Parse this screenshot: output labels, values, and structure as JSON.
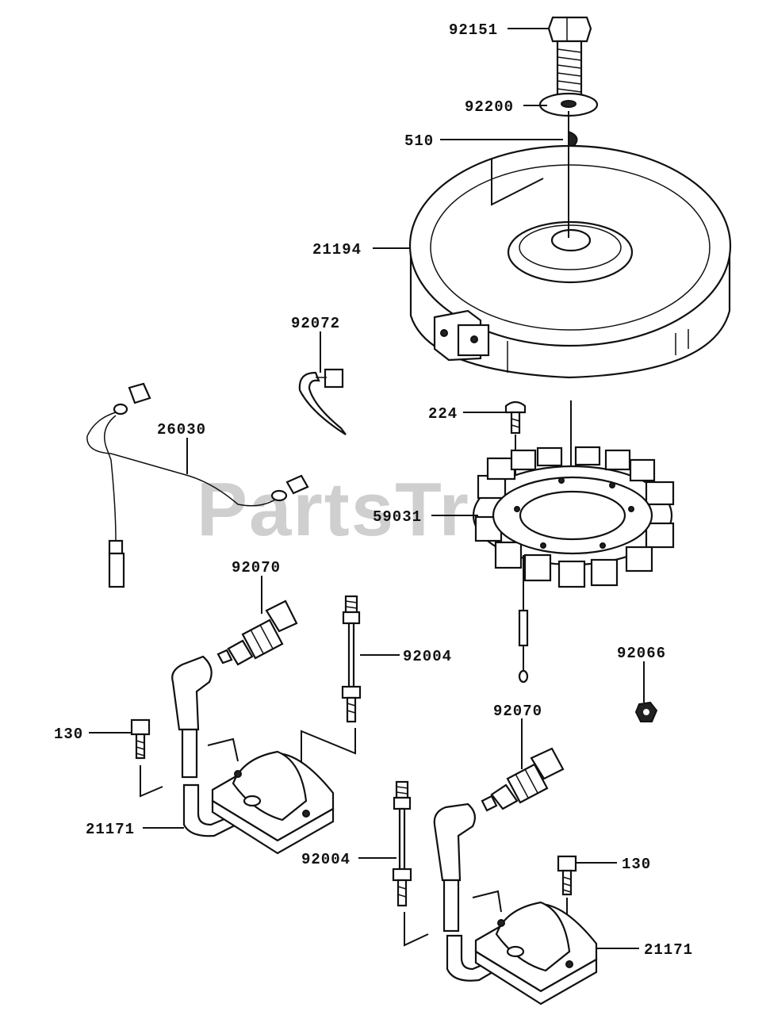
{
  "watermark": "PartsTree",
  "parts": [
    {
      "id": "p1",
      "label": "92151"
    },
    {
      "id": "p2",
      "label": "92200"
    },
    {
      "id": "p3",
      "label": "510"
    },
    {
      "id": "p4",
      "label": "21194"
    },
    {
      "id": "p5",
      "label": "92072"
    },
    {
      "id": "p6",
      "label": "26030"
    },
    {
      "id": "p7",
      "label": "224"
    },
    {
      "id": "p8",
      "label": "59031"
    },
    {
      "id": "p9",
      "label": "92070"
    },
    {
      "id": "p10",
      "label": "92004"
    },
    {
      "id": "p11",
      "label": "92066"
    },
    {
      "id": "p12",
      "label": "130"
    },
    {
      "id": "p13",
      "label": "92070"
    },
    {
      "id": "p14",
      "label": "21171"
    },
    {
      "id": "p15",
      "label": "92004"
    },
    {
      "id": "p16",
      "label": "130"
    },
    {
      "id": "p17",
      "label": "21171"
    }
  ]
}
